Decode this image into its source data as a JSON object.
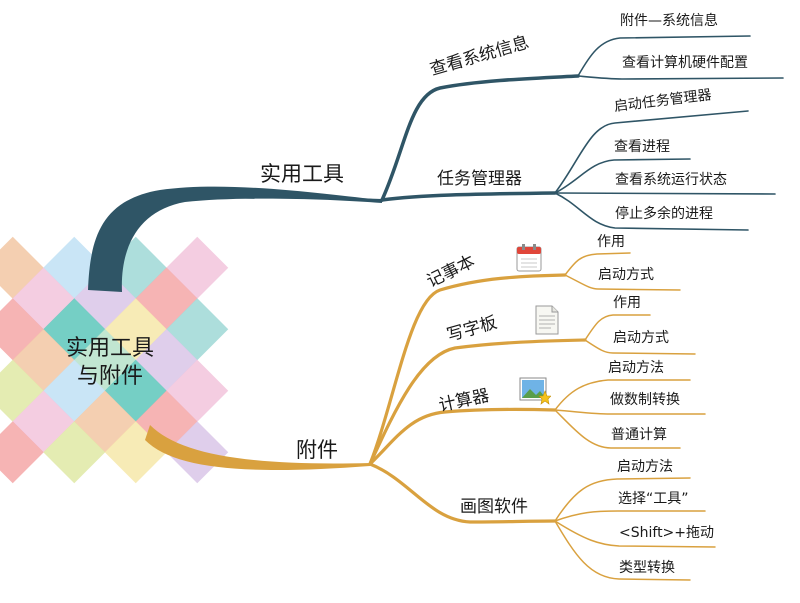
{
  "root": {
    "line1": "实用工具",
    "line2": "与附件"
  },
  "branches": {
    "tools": {
      "label": "实用工具",
      "color": "#2f5566",
      "children": {
        "sysinfo": {
          "label": "查看系统信息",
          "items": [
            "附件—系统信息",
            "查看计算机硬件配置"
          ]
        },
        "taskmgr": {
          "label": "任务管理器",
          "items": [
            "启动任务管理器",
            "查看进程",
            "查看系统运行状态",
            "停止多余的进程"
          ]
        }
      }
    },
    "accessories": {
      "label": "附件",
      "color": "#d9a13f",
      "children": {
        "notepad": {
          "label": "记事本",
          "icon": "calendar-icon",
          "items": [
            "作用",
            "启动方式"
          ]
        },
        "wordpad": {
          "label": "写字板",
          "icon": "document-icon",
          "items": [
            "作用",
            "启动方式"
          ]
        },
        "calculator": {
          "label": "计算器",
          "icon": "picture-icon",
          "items": [
            "启动方法",
            "做数制转换",
            "普通计算"
          ]
        },
        "paint": {
          "label": "画图软件",
          "items": [
            "启动方法",
            "选择“工具”",
            "<Shift>+拖动",
            "类型转换"
          ]
        }
      }
    }
  },
  "colors": {
    "tile_palette": [
      "#f4a7a7",
      "#f2c7a3",
      "#f6e7a9",
      "#dfe9a4",
      "#b6e2c9",
      "#9fd8d6",
      "#bfe1f5",
      "#d9c6e8",
      "#f2c4dc",
      "#5dc7bb"
    ]
  }
}
